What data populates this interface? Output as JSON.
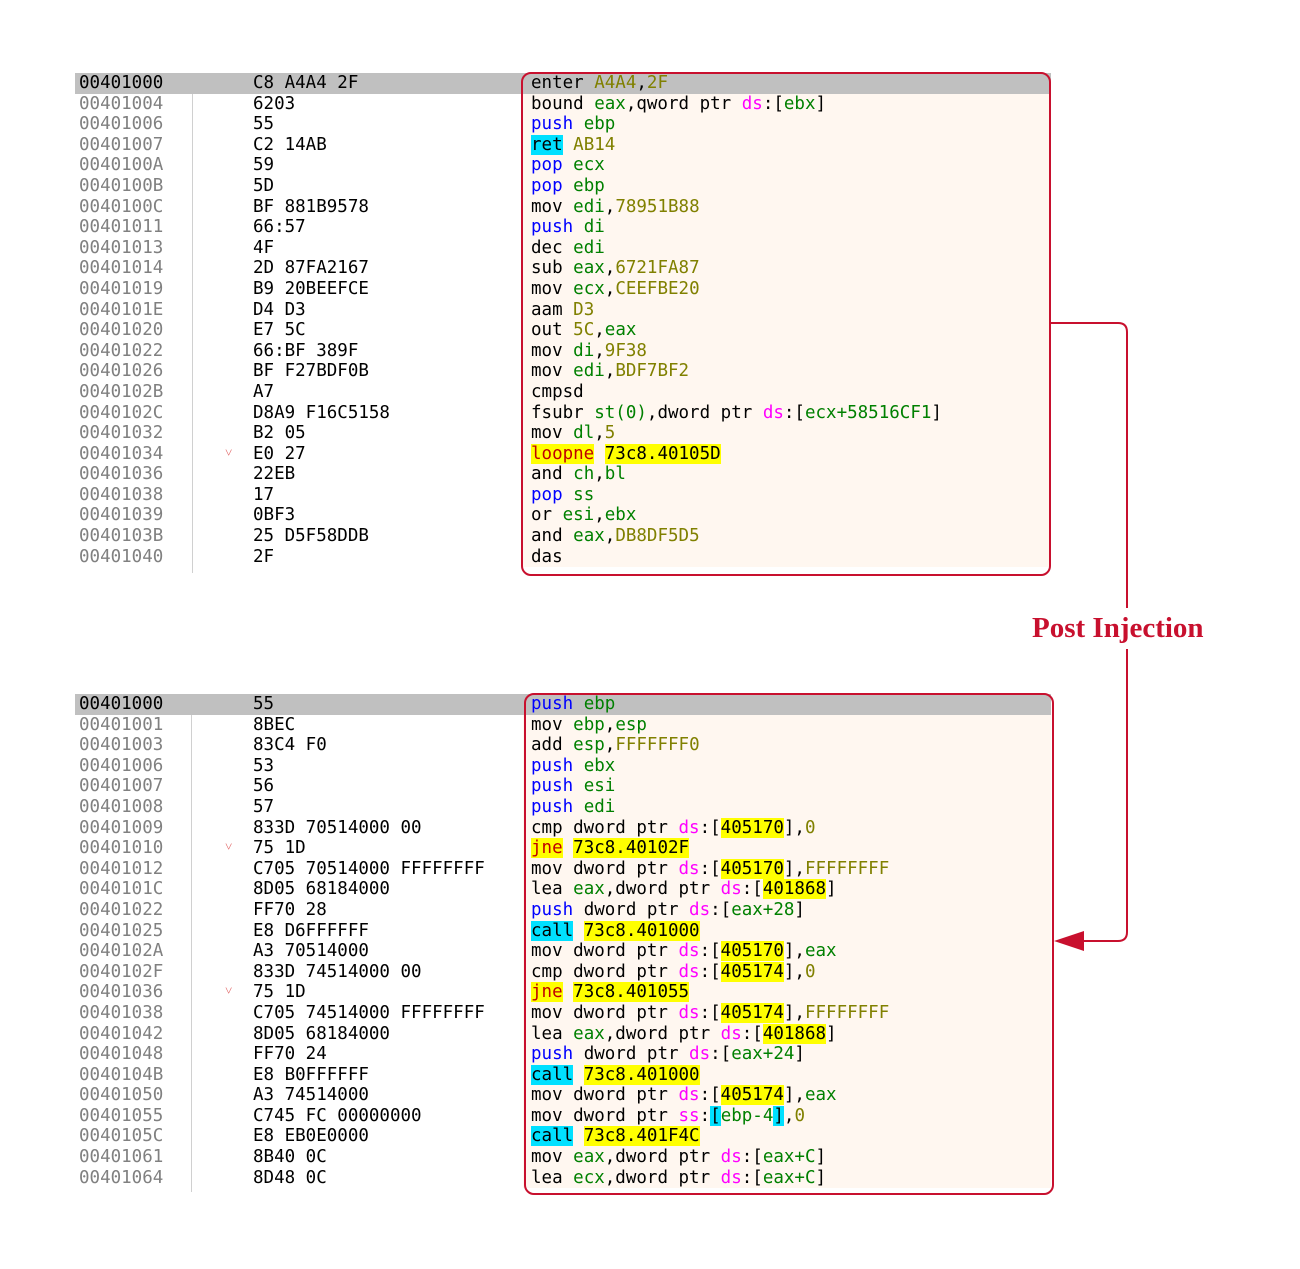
{
  "label": "Post Injection",
  "panel1": [
    {
      "addr": "00401000",
      "bytes": "C8 A4A4 2F",
      "code": [
        [
          "ins",
          "enter "
        ],
        [
          "imm",
          "A4A4"
        ],
        [
          "ins",
          ","
        ],
        [
          "imm",
          "2F"
        ]
      ],
      "sel": true
    },
    {
      "addr": "00401004",
      "bytes": "6203",
      "code": [
        [
          "ins",
          "bound "
        ],
        [
          "reg",
          "eax"
        ],
        [
          "ins",
          ",qword ptr "
        ],
        [
          "seg",
          "ds"
        ],
        [
          "ins",
          ":["
        ],
        [
          "reg",
          "ebx"
        ],
        [
          "ins",
          "]"
        ]
      ]
    },
    {
      "addr": "00401006",
      "bytes": "55",
      "code": [
        [
          "push",
          "push "
        ],
        [
          "reg",
          "ebp"
        ]
      ]
    },
    {
      "addr": "00401007",
      "bytes": "C2 14AB",
      "code": [
        [
          "ret",
          "ret"
        ],
        [
          "ins",
          " "
        ],
        [
          "imm",
          "AB14"
        ]
      ]
    },
    {
      "addr": "0040100A",
      "bytes": "59",
      "code": [
        [
          "push",
          "pop "
        ],
        [
          "reg",
          "ecx"
        ]
      ]
    },
    {
      "addr": "0040100B",
      "bytes": "5D",
      "code": [
        [
          "push",
          "pop "
        ],
        [
          "reg",
          "ebp"
        ]
      ]
    },
    {
      "addr": "0040100C",
      "bytes": "BF 881B9578",
      "code": [
        [
          "ins",
          "mov "
        ],
        [
          "reg",
          "edi"
        ],
        [
          "ins",
          ","
        ],
        [
          "imm",
          "78951B88"
        ]
      ]
    },
    {
      "addr": "00401011",
      "bytes": "66:57",
      "code": [
        [
          "push",
          "push "
        ],
        [
          "reg",
          "di"
        ]
      ]
    },
    {
      "addr": "00401013",
      "bytes": "4F",
      "code": [
        [
          "ins",
          "dec "
        ],
        [
          "reg",
          "edi"
        ]
      ]
    },
    {
      "addr": "00401014",
      "bytes": "2D 87FA2167",
      "code": [
        [
          "ins",
          "sub "
        ],
        [
          "reg",
          "eax"
        ],
        [
          "ins",
          ","
        ],
        [
          "imm",
          "6721FA87"
        ]
      ]
    },
    {
      "addr": "00401019",
      "bytes": "B9 20BEEFCE",
      "code": [
        [
          "ins",
          "mov "
        ],
        [
          "reg",
          "ecx"
        ],
        [
          "ins",
          ","
        ],
        [
          "imm",
          "CEEFBE20"
        ]
      ]
    },
    {
      "addr": "0040101E",
      "bytes": "D4 D3",
      "code": [
        [
          "ins",
          "aam "
        ],
        [
          "imm",
          "D3"
        ]
      ]
    },
    {
      "addr": "00401020",
      "bytes": "E7 5C",
      "code": [
        [
          "ins",
          "out "
        ],
        [
          "imm",
          "5C"
        ],
        [
          "ins",
          ","
        ],
        [
          "reg",
          "eax"
        ]
      ]
    },
    {
      "addr": "00401022",
      "bytes": "66:BF 389F",
      "code": [
        [
          "ins",
          "mov "
        ],
        [
          "reg",
          "di"
        ],
        [
          "ins",
          ","
        ],
        [
          "imm",
          "9F38"
        ]
      ]
    },
    {
      "addr": "00401026",
      "bytes": "BF F27BDF0B",
      "code": [
        [
          "ins",
          "mov "
        ],
        [
          "reg",
          "edi"
        ],
        [
          "ins",
          ","
        ],
        [
          "imm",
          "BDF7BF2"
        ]
      ]
    },
    {
      "addr": "0040102B",
      "bytes": "A7",
      "code": [
        [
          "ins",
          "cmpsd"
        ]
      ]
    },
    {
      "addr": "0040102C",
      "bytes": "D8A9 F16C5158",
      "code": [
        [
          "ins",
          "fsubr "
        ],
        [
          "reg",
          "st(0)"
        ],
        [
          "ins",
          ",dword ptr "
        ],
        [
          "seg",
          "ds"
        ],
        [
          "ins",
          ":["
        ],
        [
          "reg",
          "ecx+58516CF1"
        ],
        [
          "ins",
          "]"
        ]
      ]
    },
    {
      "addr": "00401032",
      "bytes": "B2 05",
      "code": [
        [
          "ins",
          "mov "
        ],
        [
          "reg",
          "dl"
        ],
        [
          "ins",
          ","
        ],
        [
          "imm",
          "5"
        ]
      ]
    },
    {
      "addr": "00401034",
      "bytes": "E0 27",
      "arrow": "˅",
      "code": [
        [
          "jmp",
          "loopne"
        ],
        [
          "ins",
          " "
        ],
        [
          "tgt",
          "73c8.40105D"
        ]
      ]
    },
    {
      "addr": "00401036",
      "bytes": "22EB",
      "code": [
        [
          "ins",
          "and "
        ],
        [
          "reg",
          "ch"
        ],
        [
          "ins",
          ","
        ],
        [
          "reg",
          "bl"
        ]
      ]
    },
    {
      "addr": "00401038",
      "bytes": "17",
      "code": [
        [
          "push",
          "pop "
        ],
        [
          "reg",
          "ss"
        ]
      ]
    },
    {
      "addr": "00401039",
      "bytes": "0BF3",
      "code": [
        [
          "ins",
          "or "
        ],
        [
          "reg",
          "esi"
        ],
        [
          "ins",
          ","
        ],
        [
          "reg",
          "ebx"
        ]
      ]
    },
    {
      "addr": "0040103B",
      "bytes": "25 D5F58DDB",
      "code": [
        [
          "ins",
          "and "
        ],
        [
          "reg",
          "eax"
        ],
        [
          "ins",
          ","
        ],
        [
          "imm",
          "DB8DF5D5"
        ]
      ]
    },
    {
      "addr": "00401040",
      "bytes": "2F",
      "code": [
        [
          "ins",
          "das"
        ]
      ]
    }
  ],
  "panel2": [
    {
      "addr": "00401000",
      "bytes": "55",
      "code": [
        [
          "push",
          "push "
        ],
        [
          "reg",
          "ebp"
        ]
      ],
      "sel": true
    },
    {
      "addr": "00401001",
      "bytes": "8BEC",
      "code": [
        [
          "ins",
          "mov "
        ],
        [
          "reg",
          "ebp"
        ],
        [
          "ins",
          ","
        ],
        [
          "reg",
          "esp"
        ]
      ]
    },
    {
      "addr": "00401003",
      "bytes": "83C4 F0",
      "code": [
        [
          "ins",
          "add "
        ],
        [
          "reg",
          "esp"
        ],
        [
          "ins",
          ","
        ],
        [
          "imm",
          "FFFFFFF0"
        ]
      ]
    },
    {
      "addr": "00401006",
      "bytes": "53",
      "code": [
        [
          "push",
          "push "
        ],
        [
          "reg",
          "ebx"
        ]
      ]
    },
    {
      "addr": "00401007",
      "bytes": "56",
      "code": [
        [
          "push",
          "push "
        ],
        [
          "reg",
          "esi"
        ]
      ]
    },
    {
      "addr": "00401008",
      "bytes": "57",
      "code": [
        [
          "push",
          "push "
        ],
        [
          "reg",
          "edi"
        ]
      ]
    },
    {
      "addr": "00401009",
      "bytes": "833D 70514000 00",
      "code": [
        [
          "ins",
          "cmp dword ptr "
        ],
        [
          "seg",
          "ds"
        ],
        [
          "ins",
          ":["
        ],
        [
          "memhl",
          "405170"
        ],
        [
          "ins",
          "],"
        ],
        [
          "imm",
          "0"
        ]
      ]
    },
    {
      "addr": "00401010",
      "bytes": "75 1D",
      "arrow": "˅",
      "code": [
        [
          "jmp",
          "jne"
        ],
        [
          "ins",
          " "
        ],
        [
          "tgt",
          "73c8.40102F"
        ]
      ]
    },
    {
      "addr": "00401012",
      "bytes": "C705 70514000 FFFFFFFF",
      "code": [
        [
          "ins",
          "mov dword ptr "
        ],
        [
          "seg",
          "ds"
        ],
        [
          "ins",
          ":["
        ],
        [
          "memhl",
          "405170"
        ],
        [
          "ins",
          "],"
        ],
        [
          "imm",
          "FFFFFFFF"
        ]
      ]
    },
    {
      "addr": "0040101C",
      "bytes": "8D05 68184000",
      "code": [
        [
          "ins",
          "lea "
        ],
        [
          "reg",
          "eax"
        ],
        [
          "ins",
          ",dword ptr "
        ],
        [
          "seg",
          "ds"
        ],
        [
          "ins",
          ":["
        ],
        [
          "memhl",
          "401868"
        ],
        [
          "ins",
          "]"
        ]
      ]
    },
    {
      "addr": "00401022",
      "bytes": "FF70 28",
      "code": [
        [
          "push",
          "push "
        ],
        [
          "ins",
          "dword ptr "
        ],
        [
          "seg",
          "ds"
        ],
        [
          "ins",
          ":["
        ],
        [
          "reg",
          "eax+28"
        ],
        [
          "ins",
          "]"
        ]
      ]
    },
    {
      "addr": "00401025",
      "bytes": "E8 D6FFFFFF",
      "code": [
        [
          "call",
          "call"
        ],
        [
          "ins",
          " "
        ],
        [
          "tgt",
          "73c8.401000"
        ]
      ]
    },
    {
      "addr": "0040102A",
      "bytes": "A3 70514000",
      "code": [
        [
          "ins",
          "mov dword ptr "
        ],
        [
          "seg",
          "ds"
        ],
        [
          "ins",
          ":["
        ],
        [
          "memhl",
          "405170"
        ],
        [
          "ins",
          "],"
        ],
        [
          "reg",
          "eax"
        ]
      ]
    },
    {
      "addr": "0040102F",
      "bytes": "833D 74514000 00",
      "code": [
        [
          "ins",
          "cmp dword ptr "
        ],
        [
          "seg",
          "ds"
        ],
        [
          "ins",
          ":["
        ],
        [
          "memhl",
          "405174"
        ],
        [
          "ins",
          "],"
        ],
        [
          "imm",
          "0"
        ]
      ]
    },
    {
      "addr": "00401036",
      "bytes": "75 1D",
      "arrow": "˅",
      "code": [
        [
          "jmp",
          "jne"
        ],
        [
          "ins",
          " "
        ],
        [
          "tgt",
          "73c8.401055"
        ]
      ]
    },
    {
      "addr": "00401038",
      "bytes": "C705 74514000 FFFFFFFF",
      "code": [
        [
          "ins",
          "mov dword ptr "
        ],
        [
          "seg",
          "ds"
        ],
        [
          "ins",
          ":["
        ],
        [
          "memhl",
          "405174"
        ],
        [
          "ins",
          "],"
        ],
        [
          "imm",
          "FFFFFFFF"
        ]
      ]
    },
    {
      "addr": "00401042",
      "bytes": "8D05 68184000",
      "code": [
        [
          "ins",
          "lea "
        ],
        [
          "reg",
          "eax"
        ],
        [
          "ins",
          ",dword ptr "
        ],
        [
          "seg",
          "ds"
        ],
        [
          "ins",
          ":["
        ],
        [
          "memhl",
          "401868"
        ],
        [
          "ins",
          "]"
        ]
      ]
    },
    {
      "addr": "00401048",
      "bytes": "FF70 24",
      "code": [
        [
          "push",
          "push "
        ],
        [
          "ins",
          "dword ptr "
        ],
        [
          "seg",
          "ds"
        ],
        [
          "ins",
          ":["
        ],
        [
          "reg",
          "eax+24"
        ],
        [
          "ins",
          "]"
        ]
      ]
    },
    {
      "addr": "0040104B",
      "bytes": "E8 B0FFFFFF",
      "code": [
        [
          "call",
          "call"
        ],
        [
          "ins",
          " "
        ],
        [
          "tgt",
          "73c8.401000"
        ]
      ]
    },
    {
      "addr": "00401050",
      "bytes": "A3 74514000",
      "code": [
        [
          "ins",
          "mov dword ptr "
        ],
        [
          "seg",
          "ds"
        ],
        [
          "ins",
          ":["
        ],
        [
          "memhl",
          "405174"
        ],
        [
          "ins",
          "],"
        ],
        [
          "reg",
          "eax"
        ]
      ]
    },
    {
      "addr": "00401055",
      "bytes": "C745 FC 00000000",
      "code": [
        [
          "ins",
          "mov dword ptr "
        ],
        [
          "seg",
          "ss"
        ],
        [
          "ins",
          ":"
        ],
        [
          "call",
          "["
        ],
        [
          "reg",
          "ebp-4"
        ],
        [
          "call",
          "]"
        ],
        [
          "ins",
          ","
        ],
        [
          "imm",
          "0"
        ]
      ]
    },
    {
      "addr": "0040105C",
      "bytes": "E8 EB0E0000",
      "code": [
        [
          "call",
          "call"
        ],
        [
          "ins",
          " "
        ],
        [
          "tgt",
          "73c8.401F4C"
        ]
      ]
    },
    {
      "addr": "00401061",
      "bytes": "8B40 0C",
      "code": [
        [
          "ins",
          "mov "
        ],
        [
          "reg",
          "eax"
        ],
        [
          "ins",
          ",dword ptr "
        ],
        [
          "seg",
          "ds"
        ],
        [
          "ins",
          ":["
        ],
        [
          "reg",
          "eax+C"
        ],
        [
          "ins",
          "]"
        ]
      ]
    },
    {
      "addr": "00401064",
      "bytes": "8D48 0C",
      "code": [
        [
          "ins",
          "lea "
        ],
        [
          "reg",
          "ecx"
        ],
        [
          "ins",
          ",dword ptr "
        ],
        [
          "seg",
          "ds"
        ],
        [
          "ins",
          ":["
        ],
        [
          "reg",
          "eax+C"
        ],
        [
          "ins",
          "]"
        ]
      ]
    }
  ]
}
